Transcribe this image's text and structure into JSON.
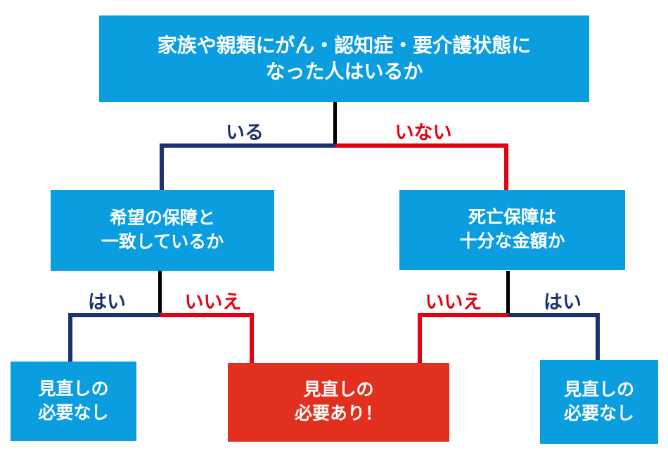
{
  "diagram": {
    "type": "decision-flowchart",
    "language": "ja",
    "colors": {
      "question_box_blue": "#0A9DE0",
      "outcome_box_blue": "#0A9DE0",
      "outcome_box_red": "#E2301E",
      "edge_navy": "#1B3170",
      "edge_red": "#E60012",
      "stem_black": "#000000",
      "box_text": "#FFFFFF"
    },
    "nodes": {
      "root": {
        "line1": "家族や親類にがん・認知症・要介護状態に",
        "line2": "なった人はいるか"
      },
      "left_question": {
        "line1": "希望の保障と",
        "line2": "一致しているか"
      },
      "right_question": {
        "line1": "死亡保障は",
        "line2": "十分な金額か"
      },
      "outcome_left": {
        "line1": "見直しの",
        "line2": "必要なし"
      },
      "outcome_center": {
        "line1": "見直しの",
        "line2": "必要あり！"
      },
      "outcome_right": {
        "line1": "見直しの",
        "line2": "必要なし"
      }
    },
    "edge_labels": {
      "root_left": "いる",
      "root_right": "いない",
      "left_yes": "はい",
      "left_no": "いいえ",
      "right_no": "いいえ",
      "right_yes": "はい"
    }
  }
}
